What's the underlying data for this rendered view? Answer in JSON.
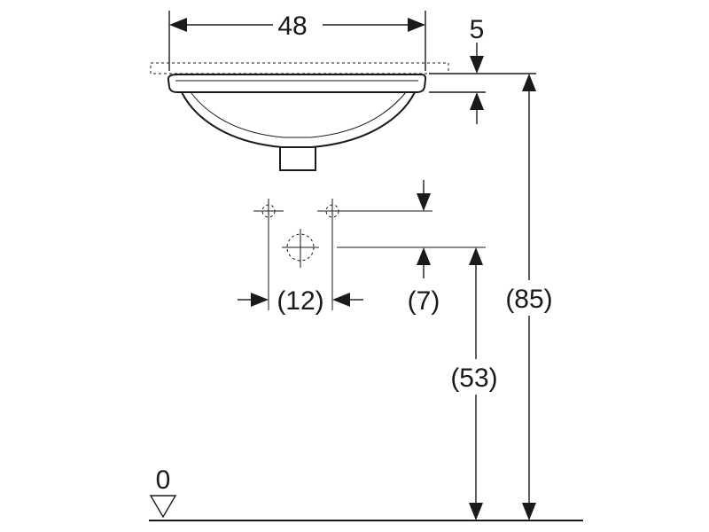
{
  "dimensions": {
    "width_48": "48",
    "rim_5": "5",
    "spacing_12": "(12)",
    "offset_7": "(7)",
    "height_53": "(53)",
    "height_85": "(85)",
    "floor_0": "0"
  },
  "colors": {
    "line": "#1a1a1a",
    "background": "#ffffff"
  }
}
